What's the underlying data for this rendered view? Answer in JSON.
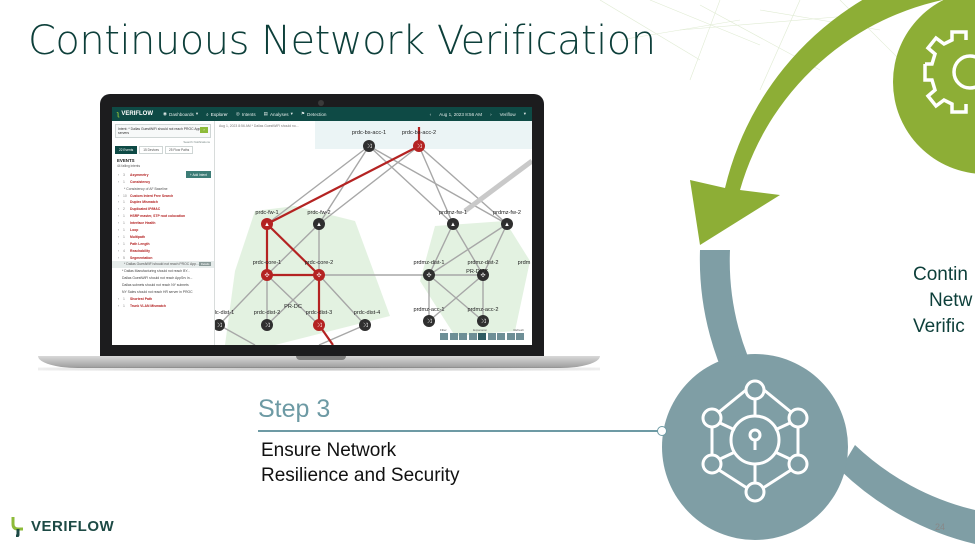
{
  "slide": {
    "title": "Continuous Network Verification",
    "step_title": "Step 3",
    "step_desc_line1": "Ensure Network",
    "step_desc_line2": "Resilience and Security",
    "circle_text_line1": "Contin",
    "circle_text_line2": "Netw",
    "circle_text_line3": "Verific",
    "footer_logo": "VERIFLOW",
    "page_number": "24",
    "colors": {
      "title": "#0d3f3a",
      "step": "#6d9aa4",
      "gear_arc": "#8dae36",
      "teal_arc": "#7f9ea5",
      "dark_teal": "#0e4a45"
    }
  },
  "app": {
    "logo": "VERIFLOW",
    "nav": [
      {
        "label": "Dashboards",
        "icon": "dashboard-icon"
      },
      {
        "label": "Explorer",
        "icon": "explorer-icon"
      },
      {
        "label": "Intents",
        "icon": "intents-icon"
      },
      {
        "label": "Analyses",
        "icon": "analyses-icon"
      },
      {
        "label": "Detection",
        "icon": "detection-icon"
      }
    ],
    "date": "Aug 1, 2023 8:56 AM",
    "user": "Veriflow",
    "panel": {
      "intent_query": "Intent: * Dallas GuestWiFi should not reach PROC App servers",
      "search_link": "Search Notifications",
      "tabs": [
        "22 Events",
        "15 Devices",
        "25 Flow Paths"
      ],
      "events_title": "EVENTS",
      "events_sub": "44 failing intents",
      "add_intent": "Add Intent",
      "events": [
        {
          "num": "3",
          "label": "Asymmetry",
          "red": true
        },
        {
          "num": "1",
          "label": "Consistency",
          "red": true
        },
        {
          "num": "",
          "label": "* Consistency of AF Baseline",
          "sub": true
        },
        {
          "num": "10",
          "label": "Custom Intent Free Search",
          "red": true
        },
        {
          "num": "1",
          "label": "Duplex Mismatch",
          "red": true
        },
        {
          "num": "2",
          "label": "Duplicated IP/MAC",
          "red": true
        },
        {
          "num": "1",
          "label": "HSRP master, STP root colocation",
          "red": true
        },
        {
          "num": "1",
          "label": "Interface Health",
          "red": true
        },
        {
          "num": "1",
          "label": "Loop",
          "red": true
        },
        {
          "num": "1",
          "label": "Multipath",
          "red": true
        },
        {
          "num": "1",
          "label": "Path Length",
          "red": true
        },
        {
          "num": "4",
          "label": "Reachability",
          "red": true
        },
        {
          "num": "5",
          "label": "Segmentation",
          "red": true
        },
        {
          "num": "",
          "label": "* Dallas GuestWiFi should not reach PROC App...",
          "sub": true,
          "highlight": true,
          "tag": "Details"
        },
        {
          "num": "",
          "label": "* Dallas Manufacturing should not reach BY...",
          "plain": true
        },
        {
          "num": "",
          "label": "Dallas GuestWiFi should not reach AppSrv in...",
          "plain": true
        },
        {
          "num": "",
          "label": "Dallas subnets should not reach NY subnets",
          "plain": true
        },
        {
          "num": "",
          "label": "NY Sales should not reach HR server in PROC",
          "plain": true
        },
        {
          "num": "1",
          "label": "Shortest Path",
          "red": true
        },
        {
          "num": "1",
          "label": "Trunk VLAN Mismatch",
          "red": true
        }
      ]
    },
    "canvas": {
      "breadcrumb": "Aug 1, 2023 8:56 AM   * Dallas GuestWiFi should no...",
      "devices": {
        "acc1": "prdc-bs-acc-1",
        "acc2": "prdc-bs-acc-2",
        "fw1": "prdc-fw-1",
        "fw2": "prdc-fw-2",
        "core1": "prdc-core-1",
        "core2": "prdc-core-2",
        "pr_dc": "PR-DC",
        "dist1": "prdc-dist-1",
        "dist2": "prdc-dist-2",
        "dist3": "prdc-dist-3",
        "dist4": "prdc-dist-4",
        "rfw1": "prdmz-fw-1",
        "rfw2": "prdmz-fw-2",
        "rdist1": "prdmz-dist-1",
        "rdist2": "prdmz-dist-2",
        "pr_dmz": "PR-DMZ",
        "racc1": "prdmz-acc-1",
        "racc2": "prdmz-acc-2",
        "prdm": "prdm"
      },
      "tools": {
        "filter": "Filter",
        "expansion": "Expansion",
        "refresh": "Refresh"
      }
    }
  }
}
